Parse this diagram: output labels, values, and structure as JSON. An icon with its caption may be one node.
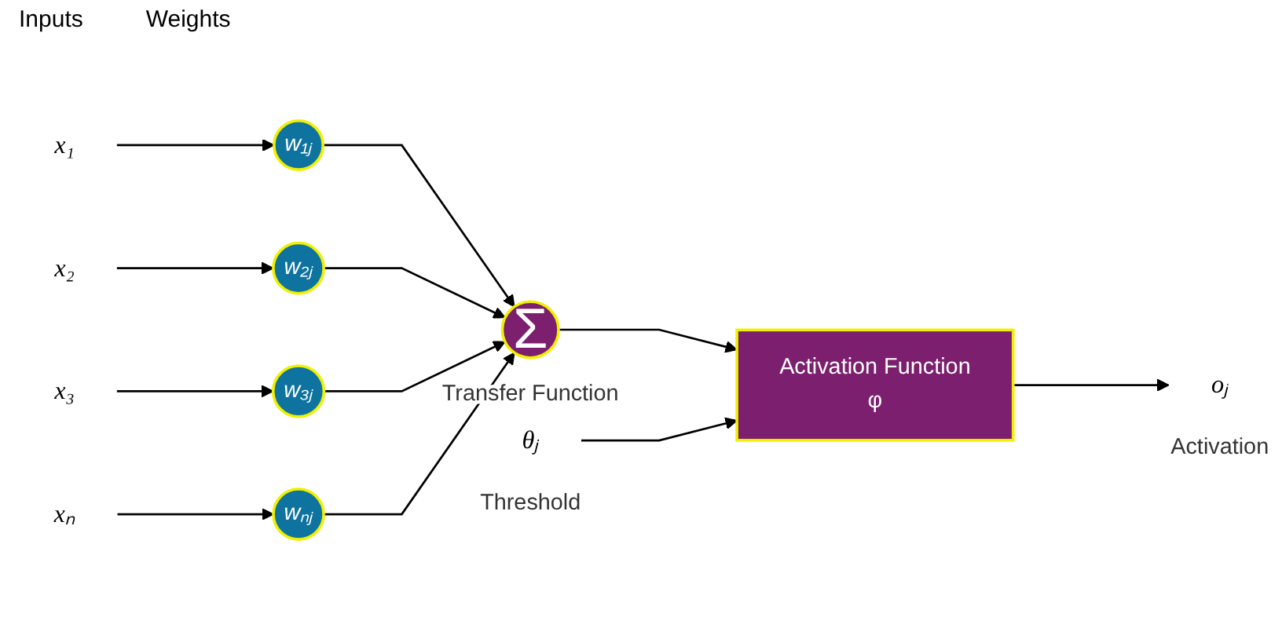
{
  "diagram": {
    "nodes": [
      {
        "text": [
          "x₁"
        ]
      },
      {
        "text": [
          "x₂"
        ]
      },
      {
        "text": [
          "x₃"
        ]
      },
      {
        "text": [
          "xₙ"
        ]
      },
      {
        "text": [
          "w₁ⱼ"
        ]
      },
      {
        "text": [
          "w₂ⱼ"
        ]
      },
      {
        "text": [
          "w₃ⱼ"
        ]
      },
      {
        "text": [
          "wₙⱼ"
        ]
      },
      {
        "text": [
          "Σ"
        ],
        "beside": [
          "Transfer Function"
        ]
      },
      {
        "text": [
          "Activation Function",
          "φ"
        ]
      },
      {
        "text": [
          "oⱼ"
        ],
        "beside": [
          "Activation"
        ]
      },
      {
        "text": [
          "θⱼ"
        ],
        "beside": [
          "Threshold"
        ]
      }
    ],
    "edges": [
      {
        "from": 0,
        "to": 4,
        "arrow": "to"
      },
      {
        "from": 1,
        "to": 5,
        "arrow": "to"
      },
      {
        "from": 2,
        "to": 6,
        "arrow": "to"
      },
      {
        "from": 3,
        "to": 7,
        "arrow": "to"
      },
      {
        "from": 4,
        "to": 8,
        "arrow": "to"
      },
      {
        "from": 5,
        "to": 8,
        "arrow": "to"
      },
      {
        "from": 6,
        "to": 8,
        "arrow": "to"
      },
      {
        "from": 7,
        "to": 8,
        "arrow": "to"
      },
      {
        "from": 8,
        "to": 9,
        "arrow": "to"
      },
      {
        "from": 9,
        "to": 10,
        "arrow": "to"
      },
      {
        "from": 11,
        "to": 9,
        "arrow": "to"
      }
    ],
    "labels": [
      "Inputs",
      "Weights"
    ]
  }
}
